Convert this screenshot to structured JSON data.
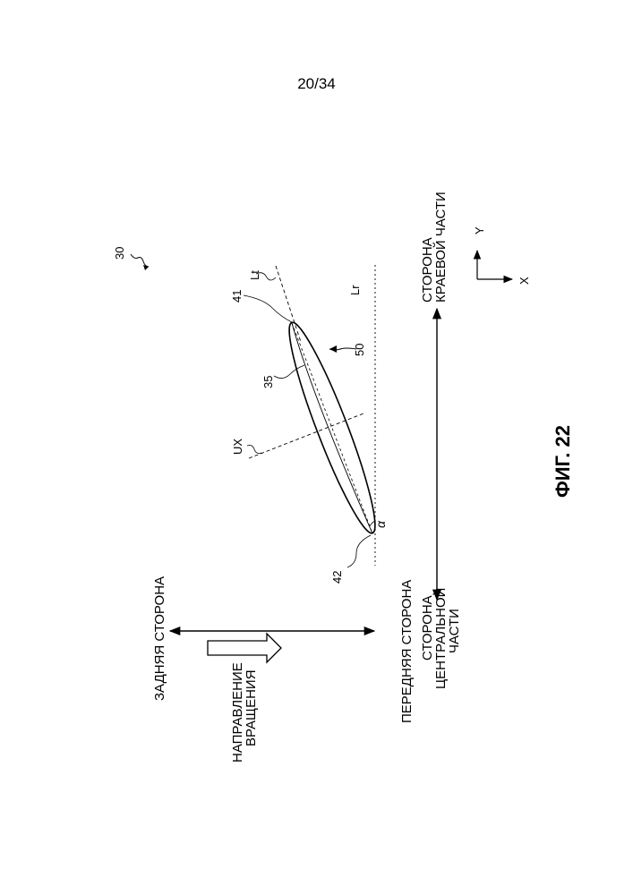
{
  "page_number": "20/34",
  "figure_label": "ФИГ. 22",
  "ref_30": "30",
  "ref_41": "41",
  "ref_42": "42",
  "ref_35": "35",
  "ref_50": "50",
  "line_lt": "Lt",
  "line_lr": "Lr",
  "line_ux": "UX",
  "angle_alpha": "α",
  "axis_y": "Y",
  "axis_x": "X",
  "rear_side": "ЗАДНЯЯ СТОРОНА",
  "front_side": "ПЕРЕДНЯЯ СТОРОНА",
  "rotation_line1": "НАПРАВЛЕНИЕ",
  "rotation_line2": "ВРАЩЕНИЯ",
  "center_line1": "СТОРОНА",
  "center_line2": "ЦЕНТРАЛЬНОЙ",
  "center_line3": "ЧАСТИ",
  "edge_line1": "СТОРОНА",
  "edge_line2": "КРАЕВОЙ ЧАСТИ"
}
